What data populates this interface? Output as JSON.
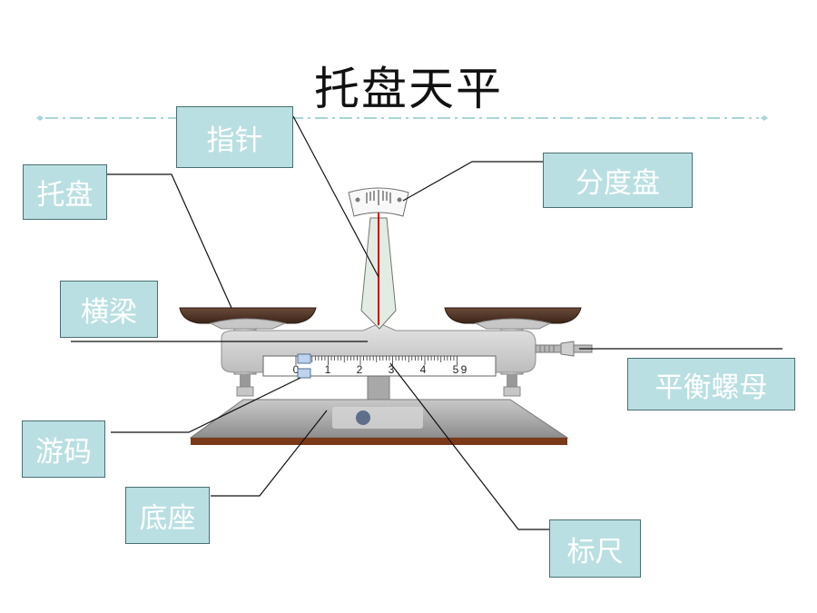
{
  "title": "托盘天平",
  "labels": {
    "pointer": "指针",
    "pan": "托盘",
    "scale_plate": "分度盘",
    "beam": "横梁",
    "balance_nut": "平衡螺母",
    "rider": "游码",
    "base": "底座",
    "ruler": "标尺"
  },
  "ruler_ticks": [
    "0",
    "1",
    "2",
    "3",
    "4",
    "5",
    "9"
  ],
  "colors": {
    "label_bg": "#b9dfe2",
    "pointer_line": "#cc0000",
    "base_wood": "#7a3a1a"
  },
  "icons": {
    "logo": "brand-logo-icon"
  }
}
